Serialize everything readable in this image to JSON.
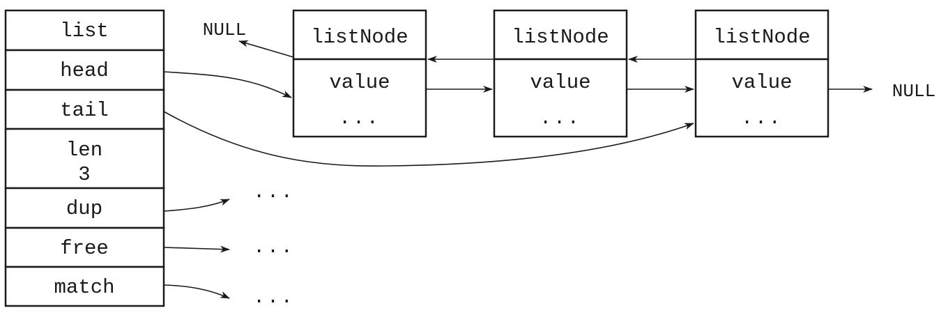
{
  "list_struct": {
    "title": "list",
    "fields": {
      "head": "head",
      "tail": "tail",
      "len_label": "len",
      "len_value": "3",
      "dup": "dup",
      "free": "free",
      "match": "match"
    }
  },
  "nodes": [
    {
      "title": "listNode",
      "value": "value",
      "more": "..."
    },
    {
      "title": "listNode",
      "value": "value",
      "more": "..."
    },
    {
      "title": "listNode",
      "value": "value",
      "more": "..."
    }
  ],
  "null_prev": "NULL",
  "null_next": "NULL",
  "function_targets": {
    "dup": "...",
    "free": "...",
    "match": "..."
  }
}
